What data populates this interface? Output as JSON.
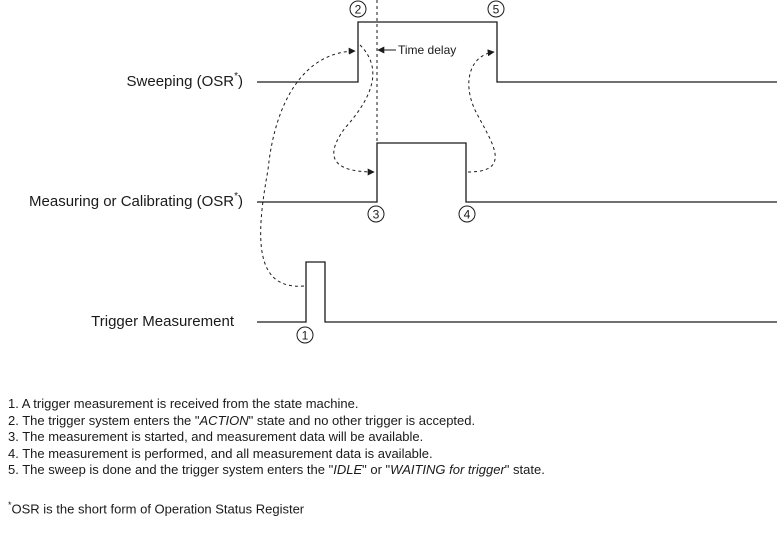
{
  "signals": {
    "sweeping": {
      "label": "Sweeping (OSR",
      "sup": "*",
      "suffix": ")"
    },
    "measuring": {
      "label": "Measuring or Calibrating (OSR",
      "sup": "*",
      "suffix": ")"
    },
    "trigger": {
      "label": "Trigger Measurement"
    }
  },
  "markers": {
    "m1": "1",
    "m2": "2",
    "m3": "3",
    "m4": "4",
    "m5": "5"
  },
  "time_delay": "Time delay",
  "notes": {
    "n1": "1. A trigger measurement is received from the state machine.",
    "n2_pre": "2. The trigger system enters the \"",
    "n2_em": "ACTION",
    "n2_post": "\" state and no other trigger is accepted.",
    "n3": "3. The measurement is started, and measurement data will be available.",
    "n4": "4. The measurement is performed, and all measurement data is available.",
    "n5_pre": "5. The sweep is done and the trigger system enters the \"",
    "n5_em1": "IDLE",
    "n5_mid": "\" or \"",
    "n5_em2": "WAITING for trigger",
    "n5_post": "\" state."
  },
  "footnote": {
    "mark": "*",
    "text": "OSR is the short form of Operation Status Register"
  }
}
